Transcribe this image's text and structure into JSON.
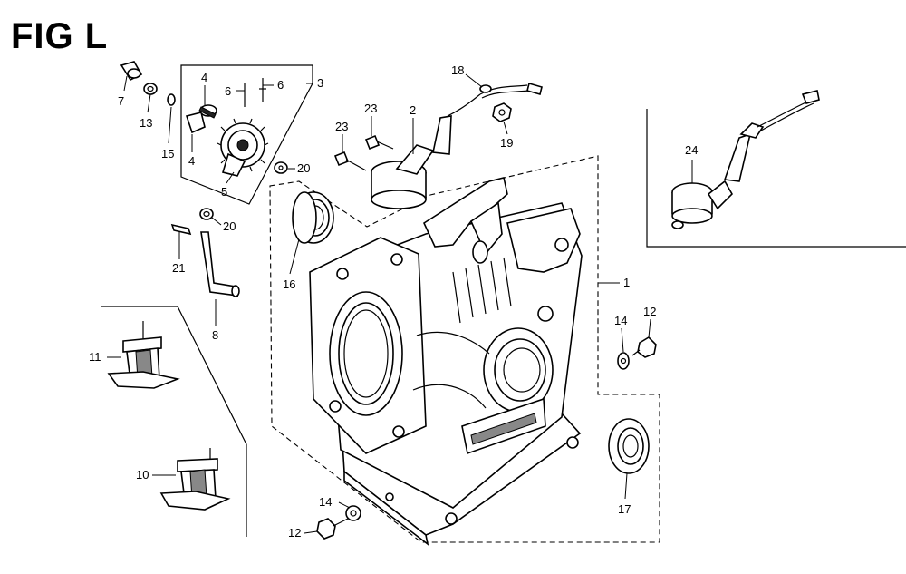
{
  "title": "FIG L",
  "callouts": [
    {
      "id": "c7",
      "text": "7"
    },
    {
      "id": "c13",
      "text": "13"
    },
    {
      "id": "c15",
      "text": "15"
    },
    {
      "id": "c4a",
      "text": "4"
    },
    {
      "id": "c4b",
      "text": "4"
    },
    {
      "id": "c5",
      "text": "5"
    },
    {
      "id": "c6a",
      "text": "6"
    },
    {
      "id": "c6b",
      "text": "6"
    },
    {
      "id": "c3",
      "text": "3"
    },
    {
      "id": "c20a",
      "text": "20"
    },
    {
      "id": "c20b",
      "text": "20"
    },
    {
      "id": "c21",
      "text": "21"
    },
    {
      "id": "c8",
      "text": "8"
    },
    {
      "id": "c18",
      "text": "18"
    },
    {
      "id": "c23a",
      "text": "23"
    },
    {
      "id": "c23b",
      "text": "23"
    },
    {
      "id": "c2",
      "text": "2"
    },
    {
      "id": "c19",
      "text": "19"
    },
    {
      "id": "c16",
      "text": "16"
    },
    {
      "id": "c24",
      "text": "24"
    },
    {
      "id": "c1",
      "text": "1"
    },
    {
      "id": "c14a",
      "text": "14"
    },
    {
      "id": "c12a",
      "text": "12"
    },
    {
      "id": "c11",
      "text": "11"
    },
    {
      "id": "c10",
      "text": "10"
    },
    {
      "id": "c14b",
      "text": "14"
    },
    {
      "id": "c12b",
      "text": "12"
    },
    {
      "id": "c17",
      "text": "17"
    }
  ]
}
